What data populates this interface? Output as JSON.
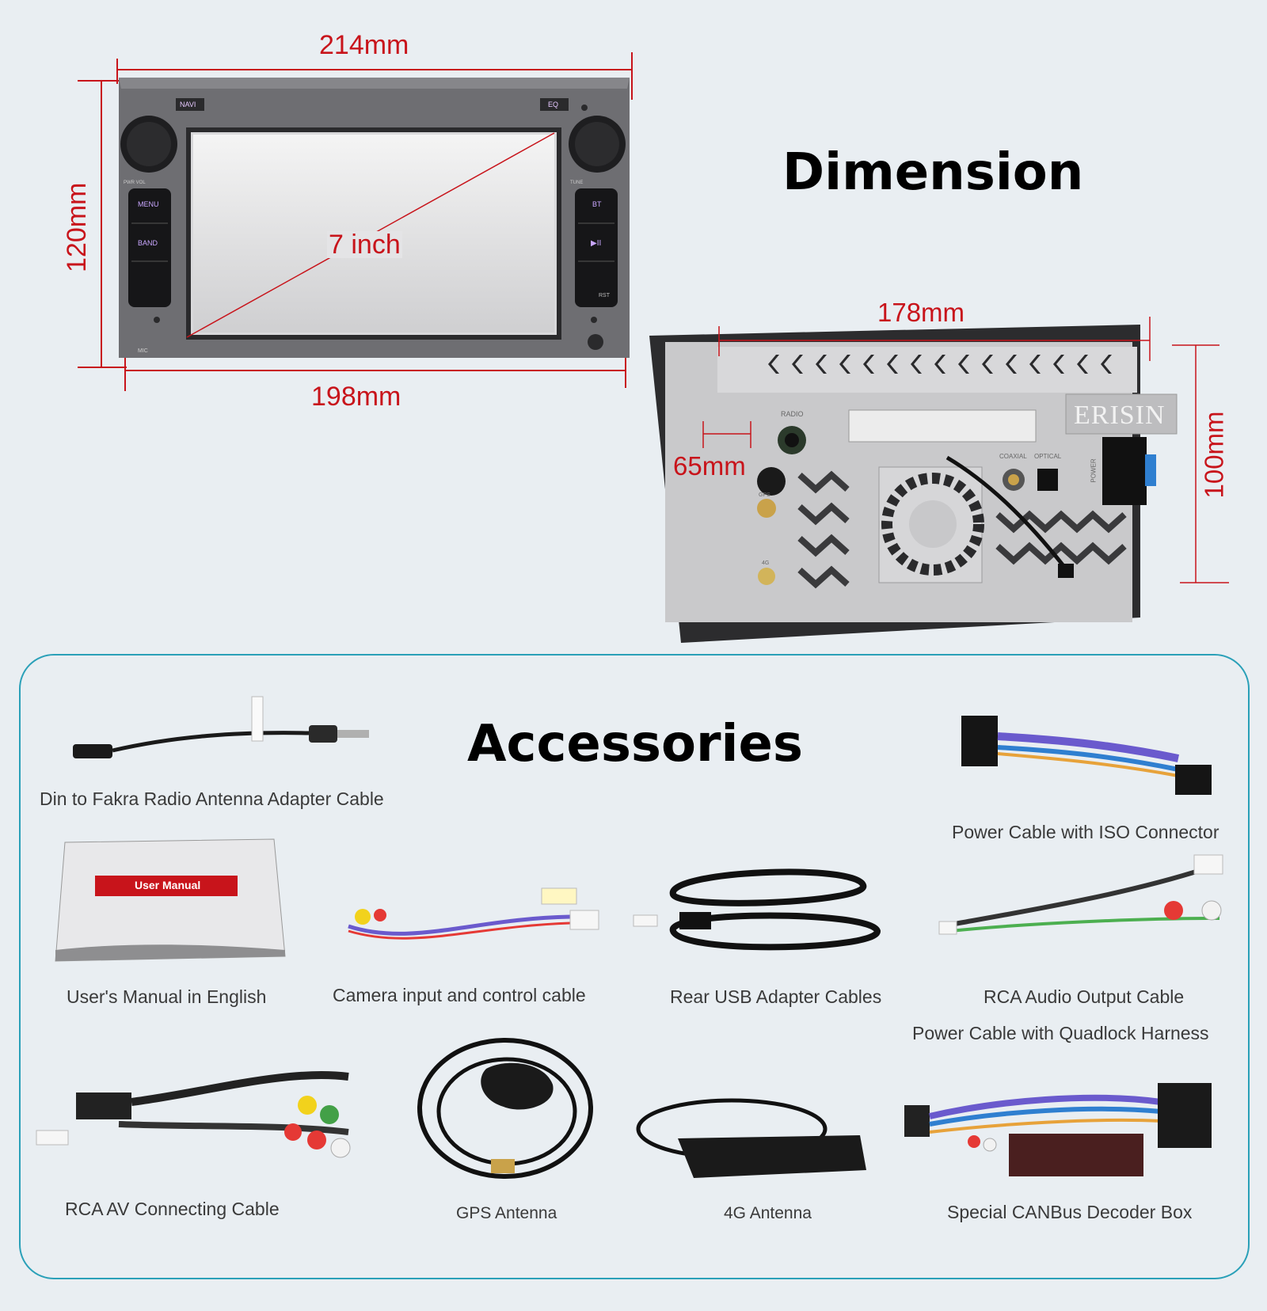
{
  "dimension": {
    "heading": "Dimension",
    "front": {
      "width_top": "214mm",
      "width_bottom": "198mm",
      "height": "120mm",
      "screen_size": "7 inch",
      "buttons": {
        "navi": "NAVI",
        "eq": "EQ",
        "menu": "MENU",
        "band": "BAND",
        "bt": "BT",
        "play": "▶II",
        "rst": "RST",
        "mic": "MIC",
        "pwr_vol": "PWR VOL",
        "tune": "TUNE"
      }
    },
    "rear": {
      "width": "178mm",
      "height": "100mm",
      "depth": "65mm",
      "brand": "ERISIN",
      "radio_label": "RADIO",
      "coaxial_label": "COAXIAL",
      "optical_label": "OPTICAL",
      "power_label": "POWER",
      "gps_label": "GPS",
      "fourg_label": "4G"
    }
  },
  "accessories": {
    "heading": "Accessories",
    "manual_label": "User Manual",
    "items": [
      {
        "caption": "Din to Fakra Radio Antenna Adapter Cable"
      },
      {
        "caption": "Power Cable with ISO Connector"
      },
      {
        "caption": "User's Manual in English"
      },
      {
        "caption": "Camera input and control cable"
      },
      {
        "caption": "Rear USB Adapter Cables"
      },
      {
        "caption": "RCA Audio Output Cable"
      },
      {
        "caption": "Power Cable with Quadlock Harness"
      },
      {
        "caption": "RCA AV Connecting Cable"
      },
      {
        "caption": "GPS Antenna"
      },
      {
        "caption": "4G Antenna"
      },
      {
        "caption": "Special CANBus Decoder Box"
      }
    ]
  },
  "colors": {
    "dimension_red": "#c8141b",
    "panel_border": "#2aa0b8",
    "background": "#e9eef2"
  }
}
